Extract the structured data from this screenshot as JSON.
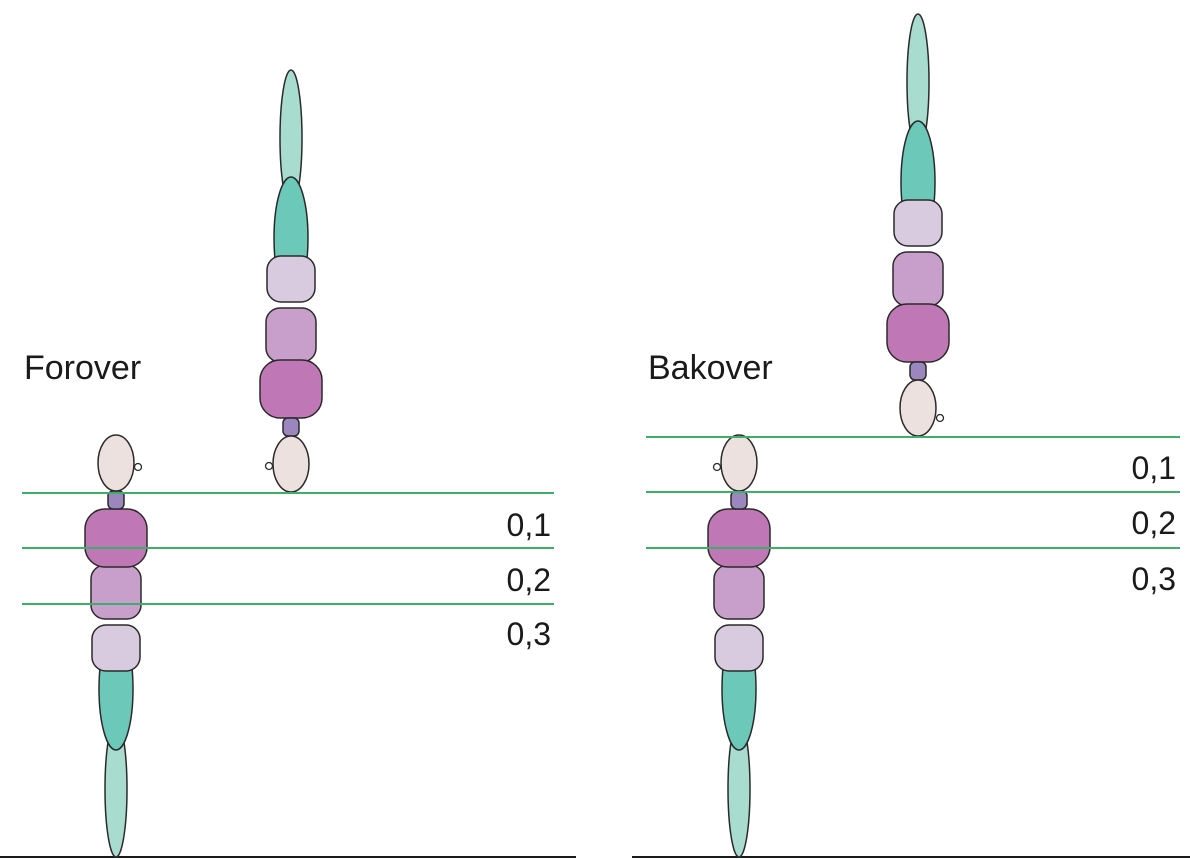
{
  "panels": [
    {
      "id": "left",
      "title": "Forover",
      "levels": [
        "0,1",
        "0,2",
        "0,3"
      ]
    },
    {
      "id": "right",
      "title": "Bakover",
      "levels": [
        "0,1",
        "0,2",
        "0,3"
      ]
    }
  ],
  "colors": {
    "head": "#ede1df",
    "neck": "#9b86bd",
    "chest": "#bf78b5",
    "abdomen": "#c89fca",
    "hips": "#d8cbe0",
    "thigh": "#6cc8b8",
    "shin": "#a8dccf",
    "level_line": "#3fae6a",
    "ground": "#1a1a1a",
    "outline": "#2a2a2a"
  }
}
